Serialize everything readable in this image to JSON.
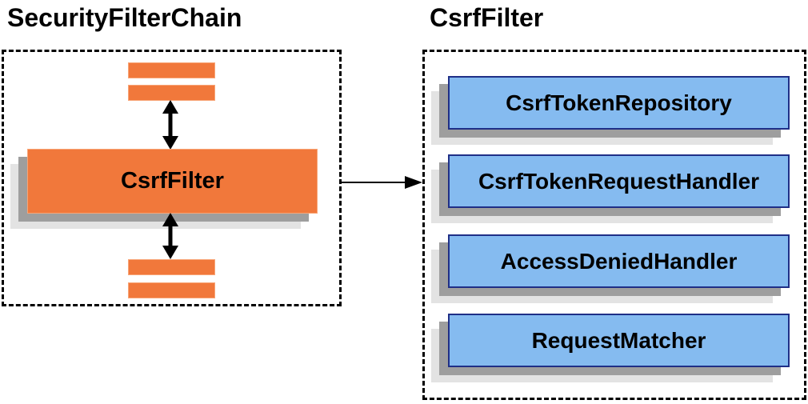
{
  "diagram": {
    "left": {
      "title": "SecurityFilterChain",
      "filter_label": "CsrfFilter"
    },
    "right": {
      "title": "CsrfFilter",
      "components": [
        "CsrfTokenRepository",
        "CsrfTokenRequestHandler",
        "AccessDeniedHandler",
        "RequestMatcher"
      ]
    }
  },
  "colors": {
    "orange_fill": "#F1783B",
    "orange_border": "#F8A577",
    "blue_fill": "#85BBF0",
    "blue_border": "#1F2F87",
    "shadow_dark": "#9E9E9E",
    "shadow_light": "#E3E3E3",
    "arrow_color": "#000000",
    "text_color": "#000000",
    "bg_color": "#FFFFFF"
  }
}
